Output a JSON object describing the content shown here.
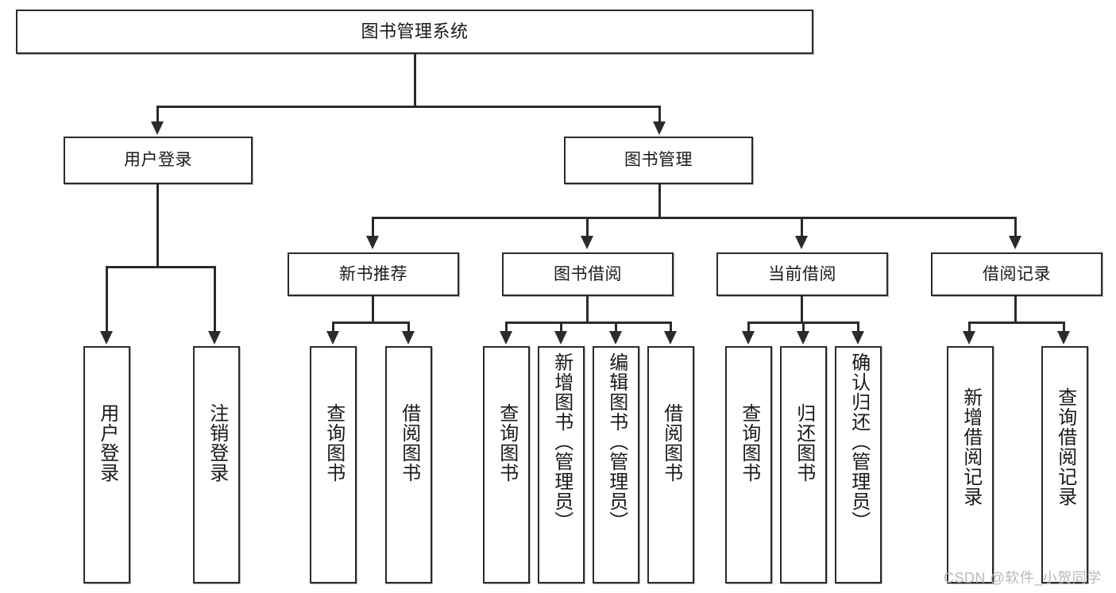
{
  "diagram": {
    "title": "图书管理系统",
    "type": "hierarchy-tree",
    "root": {
      "label": "图书管理系统"
    },
    "level2": [
      {
        "label": "用户登录"
      },
      {
        "label": "图书管理"
      }
    ],
    "level3": [
      {
        "label": "新书推荐"
      },
      {
        "label": "图书借阅"
      },
      {
        "label": "当前借阅"
      },
      {
        "label": "借阅记录"
      }
    ],
    "leaves": {
      "user_login": [
        {
          "label": "用户登录"
        },
        {
          "label": "注销登录"
        }
      ],
      "new_book_recommend": [
        {
          "label": "查询图书"
        },
        {
          "label": "借阅图书"
        }
      ],
      "book_borrow": [
        {
          "label": "查询图书"
        },
        {
          "label": "新增图书（管理员）"
        },
        {
          "label": "编辑图书（管理员）"
        },
        {
          "label": "借阅图书"
        }
      ],
      "current_borrow": [
        {
          "label": "查询图书"
        },
        {
          "label": "归还图书"
        },
        {
          "label": "确认归还（管理员）"
        }
      ],
      "borrow_record": [
        {
          "label": "新增借阅记录"
        },
        {
          "label": "查询借阅记录"
        }
      ]
    }
  },
  "watermark": {
    "text": "CSDN @软件_小贺同学"
  },
  "colors": {
    "stroke": "#2b2b2b",
    "fill": "#ffffff",
    "text": "#1a1a1a",
    "watermark": "#b9b9b9"
  }
}
